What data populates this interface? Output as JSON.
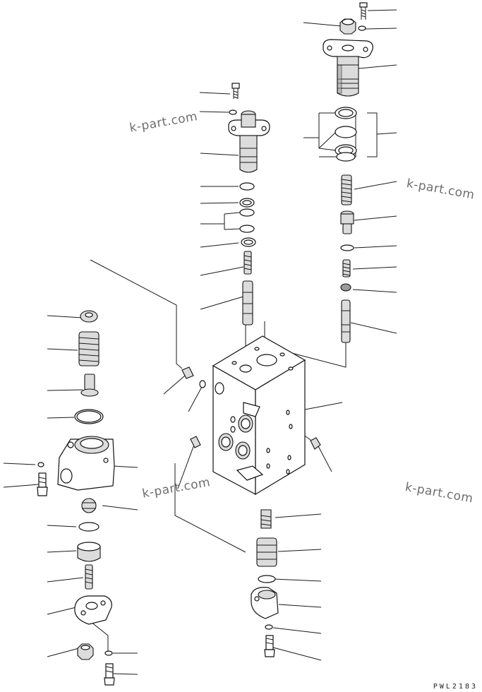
{
  "watermarks": [
    "k-part.com",
    "k-part.com",
    "k-part.com",
    "k-part.com"
  ],
  "drawing_code": "PWL2183"
}
